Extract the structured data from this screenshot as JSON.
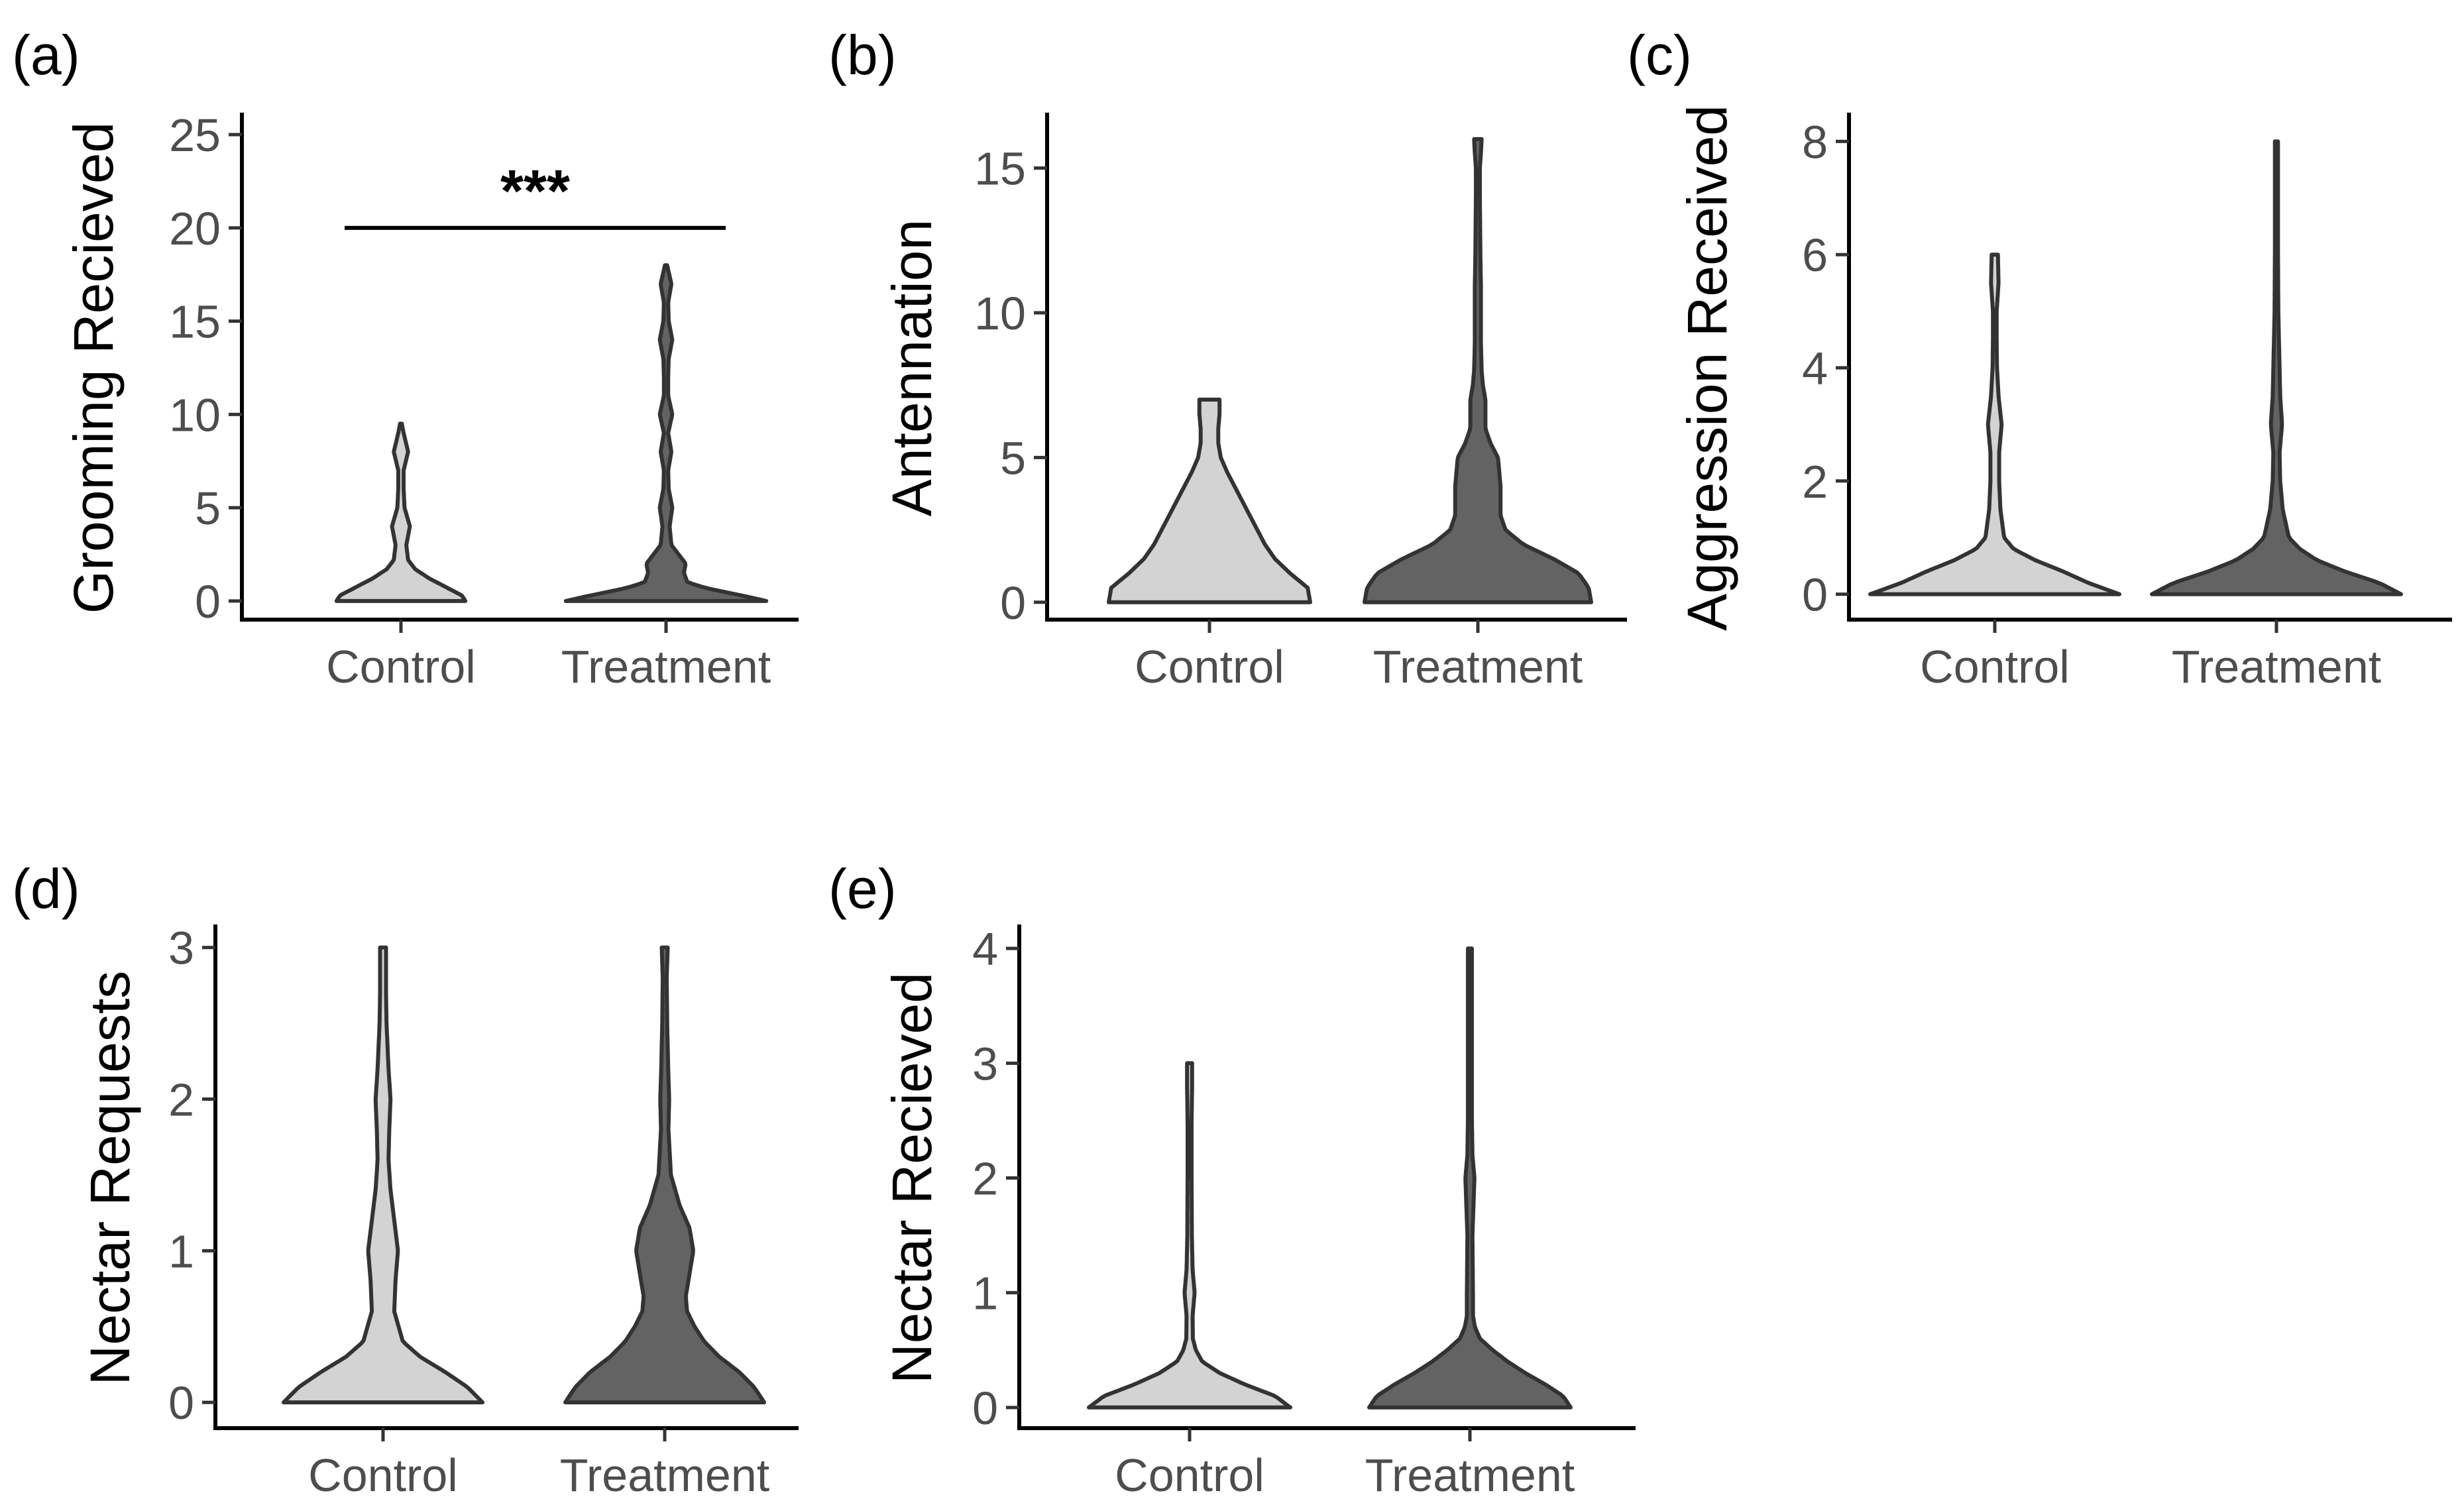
{
  "chart_data": [
    {
      "type": "violin",
      "panel": "(a)",
      "ylabel": "Grooming Recieved",
      "xlabel": "",
      "categories": [
        "Control",
        "Treatment"
      ],
      "yticks": [
        0,
        5,
        10,
        15,
        20,
        25
      ],
      "ylim": [
        -1,
        26
      ],
      "fill_colors": [
        "#d3d3d3",
        "#636363"
      ],
      "significance": {
        "label": "***",
        "y": 20,
        "from": "Control",
        "to": "Treatment"
      },
      "series": [
        {
          "category": "Control",
          "range": [
            0,
            9.5
          ],
          "density": [
            [
              0,
              0.36
            ],
            [
              0.3,
              0.34
            ],
            [
              0.7,
              0.26
            ],
            [
              1.2,
              0.16
            ],
            [
              1.7,
              0.08
            ],
            [
              2.2,
              0.04
            ],
            [
              3,
              0.03
            ],
            [
              4,
              0.05
            ],
            [
              5,
              0.02
            ],
            [
              6,
              0.015
            ],
            [
              7,
              0.015
            ],
            [
              8,
              0.04
            ],
            [
              9,
              0.015
            ],
            [
              9.5,
              0.005
            ]
          ]
        },
        {
          "category": "Treatment",
          "range": [
            0,
            18
          ],
          "density": [
            [
              0,
              0.56
            ],
            [
              0.3,
              0.42
            ],
            [
              0.7,
              0.22
            ],
            [
              1,
              0.12
            ],
            [
              1.5,
              0.1
            ],
            [
              2,
              0.11
            ],
            [
              2.5,
              0.07
            ],
            [
              3,
              0.03
            ],
            [
              4,
              0.02
            ],
            [
              5,
              0.035
            ],
            [
              6,
              0.015
            ],
            [
              7,
              0.012
            ],
            [
              8,
              0.03
            ],
            [
              9,
              0.012
            ],
            [
              10,
              0.035
            ],
            [
              11,
              0.012
            ],
            [
              12,
              0.012
            ],
            [
              13,
              0.015
            ],
            [
              14,
              0.035
            ],
            [
              15,
              0.015
            ],
            [
              16,
              0.012
            ],
            [
              17,
              0.03
            ],
            [
              18,
              0.006
            ]
          ]
        }
      ]
    },
    {
      "type": "violin",
      "panel": "(b)",
      "ylabel": "Antennation",
      "xlabel": "",
      "categories": [
        "Control",
        "Treatment"
      ],
      "yticks": [
        0,
        5,
        10,
        15
      ],
      "ylim": [
        -0.6,
        16.8
      ],
      "fill_colors": [
        "#d3d3d3",
        "#636363"
      ],
      "series": [
        {
          "category": "Control",
          "range": [
            0,
            7
          ],
          "density": [
            [
              0,
              0.4
            ],
            [
              0.5,
              0.39
            ],
            [
              1,
              0.32
            ],
            [
              1.5,
              0.26
            ],
            [
              2,
              0.22
            ],
            [
              2.5,
              0.19
            ],
            [
              3,
              0.16
            ],
            [
              3.5,
              0.13
            ],
            [
              4,
              0.1
            ],
            [
              4.5,
              0.07
            ],
            [
              5,
              0.045
            ],
            [
              5.5,
              0.035
            ],
            [
              6,
              0.035
            ],
            [
              6.5,
              0.04
            ],
            [
              7,
              0.04
            ]
          ]
        },
        {
          "category": "Treatment",
          "range": [
            0,
            16
          ],
          "density": [
            [
              0,
              0.45
            ],
            [
              0.5,
              0.44
            ],
            [
              1,
              0.4
            ],
            [
              1.5,
              0.3
            ],
            [
              2,
              0.18
            ],
            [
              2.5,
              0.11
            ],
            [
              3,
              0.09
            ],
            [
              4,
              0.09
            ],
            [
              5,
              0.08
            ],
            [
              5.5,
              0.05
            ],
            [
              6,
              0.03
            ],
            [
              7,
              0.03
            ],
            [
              7.5,
              0.02
            ],
            [
              8,
              0.015
            ],
            [
              9,
              0.012
            ],
            [
              10,
              0.012
            ],
            [
              11,
              0.012
            ],
            [
              12,
              0.01
            ],
            [
              13,
              0.009
            ],
            [
              14,
              0.008
            ],
            [
              15,
              0.008
            ],
            [
              15.5,
              0.012
            ],
            [
              16,
              0.015
            ]
          ]
        }
      ]
    },
    {
      "type": "violin",
      "panel": "(c)",
      "ylabel": "Aggression Received",
      "xlabel": "",
      "categories": [
        "Control",
        "Treatment"
      ],
      "yticks": [
        0,
        2,
        4,
        6,
        8
      ],
      "ylim": [
        -0.45,
        8.45
      ],
      "fill_colors": [
        "#d3d3d3",
        "#636363"
      ],
      "series": [
        {
          "category": "Control",
          "range": [
            0,
            6
          ],
          "density": [
            [
              0,
              0.4
            ],
            [
              0.2,
              0.3
            ],
            [
              0.4,
              0.22
            ],
            [
              0.6,
              0.13
            ],
            [
              0.8,
              0.06
            ],
            [
              1,
              0.03
            ],
            [
              1.5,
              0.018
            ],
            [
              2,
              0.014
            ],
            [
              2.5,
              0.014
            ],
            [
              3,
              0.022
            ],
            [
              3.5,
              0.012
            ],
            [
              4,
              0.007
            ],
            [
              4.5,
              0.006
            ],
            [
              5,
              0.006
            ],
            [
              5.5,
              0.012
            ],
            [
              6,
              0.01
            ]
          ]
        },
        {
          "category": "Treatment",
          "range": [
            0,
            8
          ],
          "density": [
            [
              0,
              0.4
            ],
            [
              0.2,
              0.33
            ],
            [
              0.4,
              0.22
            ],
            [
              0.6,
              0.13
            ],
            [
              0.8,
              0.075
            ],
            [
              1,
              0.04
            ],
            [
              1.5,
              0.02
            ],
            [
              2,
              0.012
            ],
            [
              2.5,
              0.01
            ],
            [
              3,
              0.018
            ],
            [
              3.5,
              0.012
            ],
            [
              4,
              0.01
            ],
            [
              5,
              0.006
            ],
            [
              6,
              0.005
            ],
            [
              7,
              0.005
            ],
            [
              7.5,
              0.005
            ],
            [
              8,
              0.005
            ]
          ]
        }
      ]
    },
    {
      "type": "violin",
      "panel": "(d)",
      "ylabel": "Nectar Requests",
      "xlabel": "",
      "categories": [
        "Control",
        "Treatment"
      ],
      "yticks": [
        0,
        1,
        2,
        3
      ],
      "ylim": [
        -0.17,
        3.13
      ],
      "fill_colors": [
        "#d3d3d3",
        "#636363"
      ],
      "series": [
        {
          "category": "Control",
          "range": [
            0,
            3
          ],
          "density": [
            [
              0,
              0.4
            ],
            [
              0.1,
              0.34
            ],
            [
              0.2,
              0.25
            ],
            [
              0.3,
              0.15
            ],
            [
              0.4,
              0.08
            ],
            [
              0.6,
              0.045
            ],
            [
              0.8,
              0.05
            ],
            [
              1,
              0.06
            ],
            [
              1.2,
              0.045
            ],
            [
              1.4,
              0.03
            ],
            [
              1.6,
              0.022
            ],
            [
              1.8,
              0.025
            ],
            [
              2,
              0.03
            ],
            [
              2.2,
              0.022
            ],
            [
              2.5,
              0.014
            ],
            [
              2.7,
              0.012
            ],
            [
              2.9,
              0.012
            ],
            [
              3,
              0.012
            ]
          ]
        },
        {
          "category": "Treatment",
          "range": [
            0,
            3
          ],
          "density": [
            [
              0,
              0.4
            ],
            [
              0.1,
              0.36
            ],
            [
              0.2,
              0.3
            ],
            [
              0.3,
              0.22
            ],
            [
              0.4,
              0.16
            ],
            [
              0.5,
              0.12
            ],
            [
              0.6,
              0.09
            ],
            [
              0.7,
              0.085
            ],
            [
              0.85,
              0.1
            ],
            [
              1,
              0.115
            ],
            [
              1.15,
              0.1
            ],
            [
              1.3,
              0.06
            ],
            [
              1.5,
              0.025
            ],
            [
              1.8,
              0.015
            ],
            [
              2,
              0.018
            ],
            [
              2.2,
              0.014
            ],
            [
              2.5,
              0.01
            ],
            [
              2.8,
              0.008
            ],
            [
              3,
              0.012
            ]
          ]
        }
      ]
    },
    {
      "type": "violin",
      "panel": "(e)",
      "ylabel": "Nectar Recieved",
      "xlabel": "",
      "categories": [
        "Control",
        "Treatment"
      ],
      "yticks": [
        0,
        1,
        2,
        3,
        4
      ],
      "ylim": [
        -0.18,
        4.18
      ],
      "fill_colors": [
        "#d3d3d3",
        "#636363"
      ],
      "series": [
        {
          "category": "Control",
          "range": [
            0,
            3
          ],
          "density": [
            [
              0,
              0.4
            ],
            [
              0.1,
              0.34
            ],
            [
              0.2,
              0.22
            ],
            [
              0.3,
              0.12
            ],
            [
              0.4,
              0.05
            ],
            [
              0.5,
              0.025
            ],
            [
              0.6,
              0.013
            ],
            [
              0.8,
              0.012
            ],
            [
              1,
              0.02
            ],
            [
              1.2,
              0.012
            ],
            [
              1.5,
              0.009
            ],
            [
              2,
              0.008
            ],
            [
              2.5,
              0.008
            ],
            [
              2.8,
              0.01
            ],
            [
              3,
              0.01
            ]
          ]
        },
        {
          "category": "Treatment",
          "range": [
            0,
            4
          ],
          "density": [
            [
              0,
              0.4
            ],
            [
              0.1,
              0.37
            ],
            [
              0.2,
              0.3
            ],
            [
              0.3,
              0.22
            ],
            [
              0.4,
              0.15
            ],
            [
              0.5,
              0.09
            ],
            [
              0.6,
              0.04
            ],
            [
              0.7,
              0.02
            ],
            [
              0.8,
              0.012
            ],
            [
              1,
              0.012
            ],
            [
              1.5,
              0.01
            ],
            [
              2,
              0.018
            ],
            [
              2.2,
              0.01
            ],
            [
              2.5,
              0.008
            ],
            [
              3,
              0.008
            ],
            [
              3.5,
              0.008
            ],
            [
              4,
              0.008
            ]
          ]
        }
      ]
    }
  ]
}
